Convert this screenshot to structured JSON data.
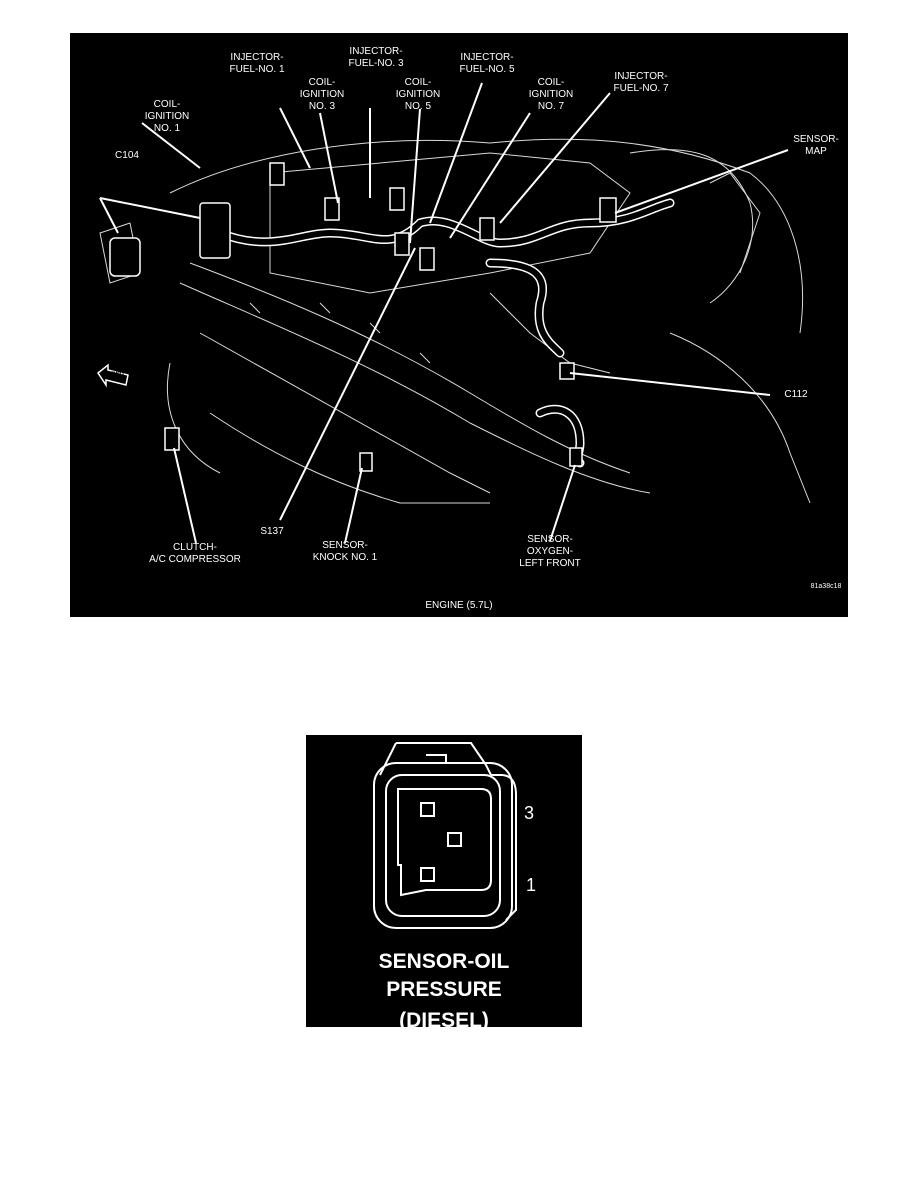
{
  "engine_figure": {
    "labels": {
      "injector_1": "INJECTOR-\nFUEL-NO. 1",
      "injector_3": "INJECTOR-\nFUEL-NO. 3",
      "injector_5": "INJECTOR-\nFUEL-NO. 5",
      "injector_7": "INJECTOR-\nFUEL-NO. 7",
      "coil_1": "COIL-\nIGNITION\nNO. 1",
      "coil_3": "COIL-\nIGNITION\nNO. 3",
      "coil_5": "COIL-\nIGNITION\nNO. 5",
      "coil_7": "COIL-\nIGNITION\nNO. 7",
      "sensor_map": "SENSOR-\nMAP",
      "c104": "C104",
      "c112": "C112",
      "s137": "S137",
      "clutch": "CLUTCH-\nA/C COMPRESSOR",
      "knock": "SENSOR-\nKNOCK NO. 1",
      "oxygen": "SENSOR-\nOXYGEN-\nLEFT FRONT",
      "fwd": "FWD"
    },
    "figure_id": "81a38c18",
    "caption": "ENGINE (5.7L)"
  },
  "connector_figure": {
    "pin_3": "3",
    "pin_1": "1",
    "title_line1": "SENSOR-OIL",
    "title_line2": "PRESSURE",
    "title_line3": "(DIESEL)"
  }
}
